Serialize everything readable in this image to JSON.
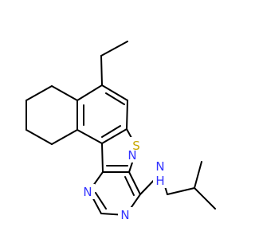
{
  "colors": {
    "background": "#ffffff",
    "bond": "#000000",
    "nitrogen": "#3333ff",
    "sulfur": "#c8a800",
    "carbon": "#000000"
  },
  "molecule": {
    "atoms": [
      {
        "id": "N_pyridine",
        "label": "N",
        "element": "nitrogen"
      },
      {
        "id": "S_thiophene",
        "label": "S",
        "element": "sulfur"
      },
      {
        "id": "N_pyrimidine_1",
        "label": "N",
        "element": "nitrogen"
      },
      {
        "id": "N_pyrimidine_2",
        "label": "N",
        "element": "nitrogen"
      },
      {
        "id": "NH_amine",
        "label": "N",
        "sublabel": "H",
        "element": "nitrogen"
      }
    ]
  }
}
